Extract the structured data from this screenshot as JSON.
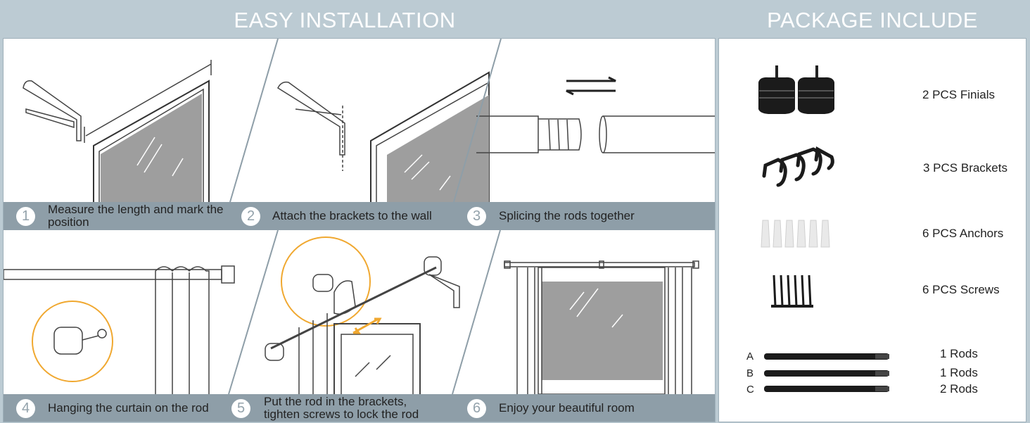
{
  "headers": {
    "installation": "EASY INSTALLATION",
    "package": "PACKAGE INCLUDE"
  },
  "steps": [
    {
      "number": "1",
      "text": "Measure the length and mark the position"
    },
    {
      "number": "2",
      "text": "Attach the brackets to the wall"
    },
    {
      "number": "3",
      "text": "Splicing the rods together"
    },
    {
      "number": "4",
      "text": "Hanging the curtain on the rod"
    },
    {
      "number": "5",
      "text": "Put the rod in the brackets, tighten screws to lock the rod"
    },
    {
      "number": "6",
      "text": "Enjoy your beautiful room"
    }
  ],
  "package_items": [
    {
      "label": "2 PCS Finials",
      "icon": "finials-icon"
    },
    {
      "label": "3 PCS Brackets",
      "icon": "brackets-icon"
    },
    {
      "label": "6 PCS Anchors",
      "icon": "anchors-icon"
    },
    {
      "label": "6 PCS Screws",
      "icon": "screws-icon"
    }
  ],
  "rods": [
    {
      "letter": "A",
      "label": "1 Rods"
    },
    {
      "letter": "B",
      "label": "1 Rods"
    },
    {
      "letter": "C",
      "label": "2 Rods"
    }
  ],
  "colors": {
    "background": "#bccbd3",
    "caption_bar": "#8e9ea8",
    "accent": "#f0a830"
  }
}
